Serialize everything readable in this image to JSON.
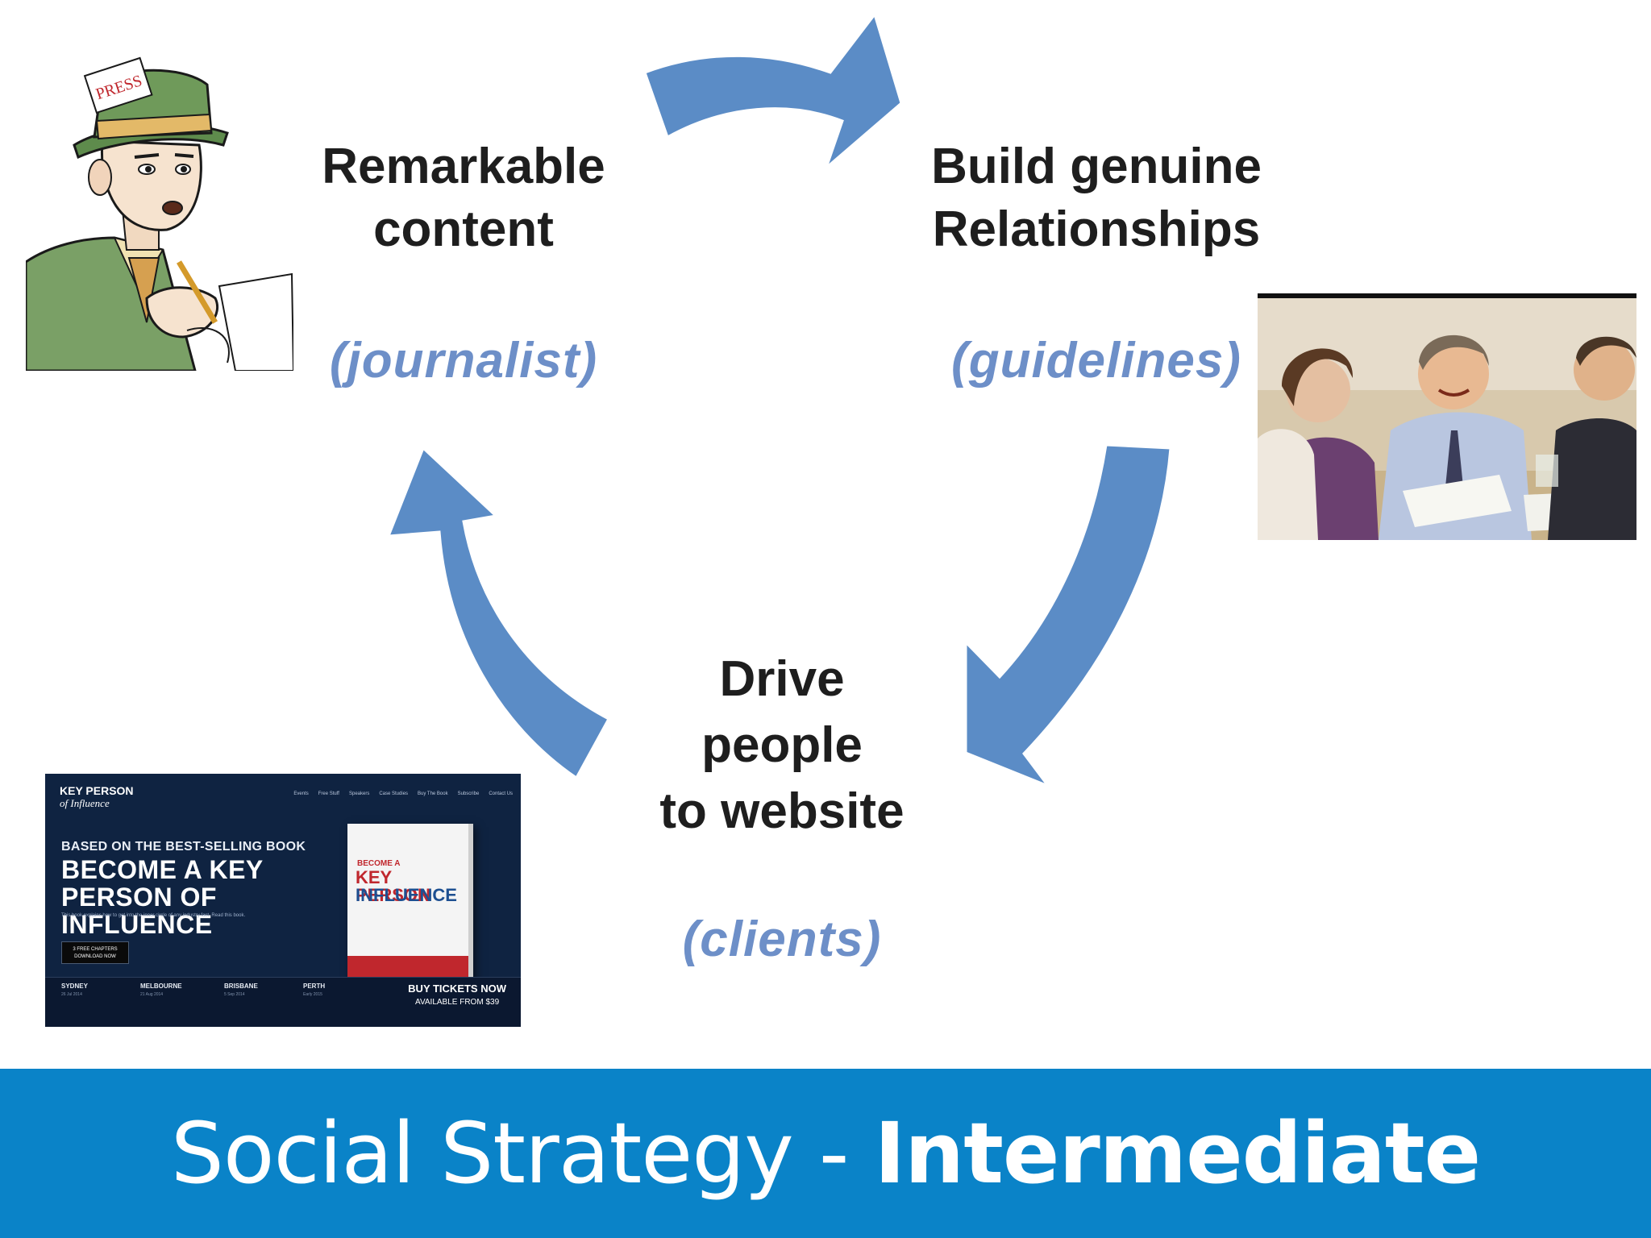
{
  "diagram": {
    "nodes": [
      {
        "id": "content",
        "title": "Remarkable\ncontent",
        "note": "(journalist)"
      },
      {
        "id": "relationships",
        "title": "Build genuine\nRelationships",
        "note": "(guidelines)"
      },
      {
        "id": "website",
        "title": "Drive\npeople\nto website",
        "note": "(clients)"
      }
    ],
    "arrows": [
      {
        "from": "content",
        "to": "relationships"
      },
      {
        "from": "relationships",
        "to": "website"
      },
      {
        "from": "website",
        "to": "content"
      }
    ],
    "arrow_color": "#5b8cc6"
  },
  "images": {
    "journalist": {
      "label": "PRESS"
    },
    "website_screenshot": {
      "logo": "KEY PERSON",
      "logo_sub": "of Influence",
      "nav": [
        "Events",
        "Free Stuff",
        "Speakers",
        "Case Studies",
        "Buy The Book",
        "Subscribe",
        "Contact Us"
      ],
      "kicker": "BASED ON THE BEST-SELLING BOOK",
      "headline": "BECOME A KEY PERSON OF INFLUENCE",
      "blurb": "This book explains how to get into the inner circle of any industry fast. Read this book.",
      "button": "3 FREE CHAPTERS DOWNLOAD NOW",
      "book_line1": "BECOME A",
      "book_line2": "KEY PERSON",
      "book_line3": "INFLUENCE",
      "cities": [
        {
          "name": "SYDNEY",
          "date": "26 Jul 2014"
        },
        {
          "name": "MELBOURNE",
          "date": "21 Aug 2014"
        },
        {
          "name": "BRISBANE",
          "date": "5 Sep 2014"
        },
        {
          "name": "PERTH",
          "date": "Early 2015"
        }
      ],
      "tickets": "BUY TICKETS NOW",
      "tickets_sub": "AVAILABLE FROM $39"
    }
  },
  "banner": {
    "title_regular": "Social Strategy - ",
    "title_bold": "Intermediate",
    "background": "#0a83c8"
  }
}
